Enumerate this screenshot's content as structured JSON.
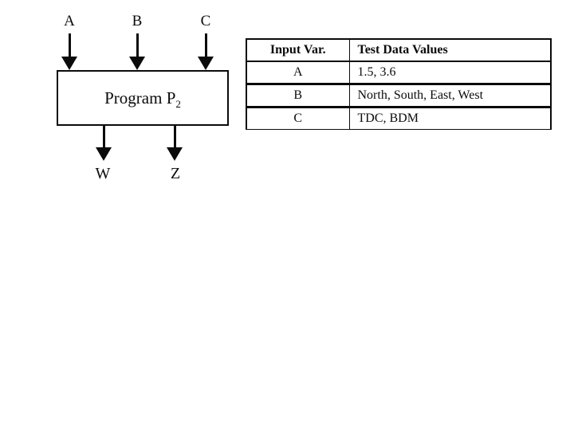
{
  "diagram": {
    "box_label": "Program P",
    "box_label_subscript": "2",
    "inputs": [
      "A",
      "B",
      "C"
    ],
    "outputs": [
      "W",
      "Z"
    ]
  },
  "table": {
    "headers": {
      "variable": "Input Var.",
      "values": "Test Data Values"
    },
    "rows": [
      {
        "variable": "A",
        "values": "1.5, 3.6"
      },
      {
        "variable": "B",
        "values": "North, South, East, West"
      },
      {
        "variable": "C",
        "values": "TDC, BDM"
      }
    ]
  },
  "colors": {
    "background": "#ffffff",
    "ink": "#0b0b0b"
  }
}
